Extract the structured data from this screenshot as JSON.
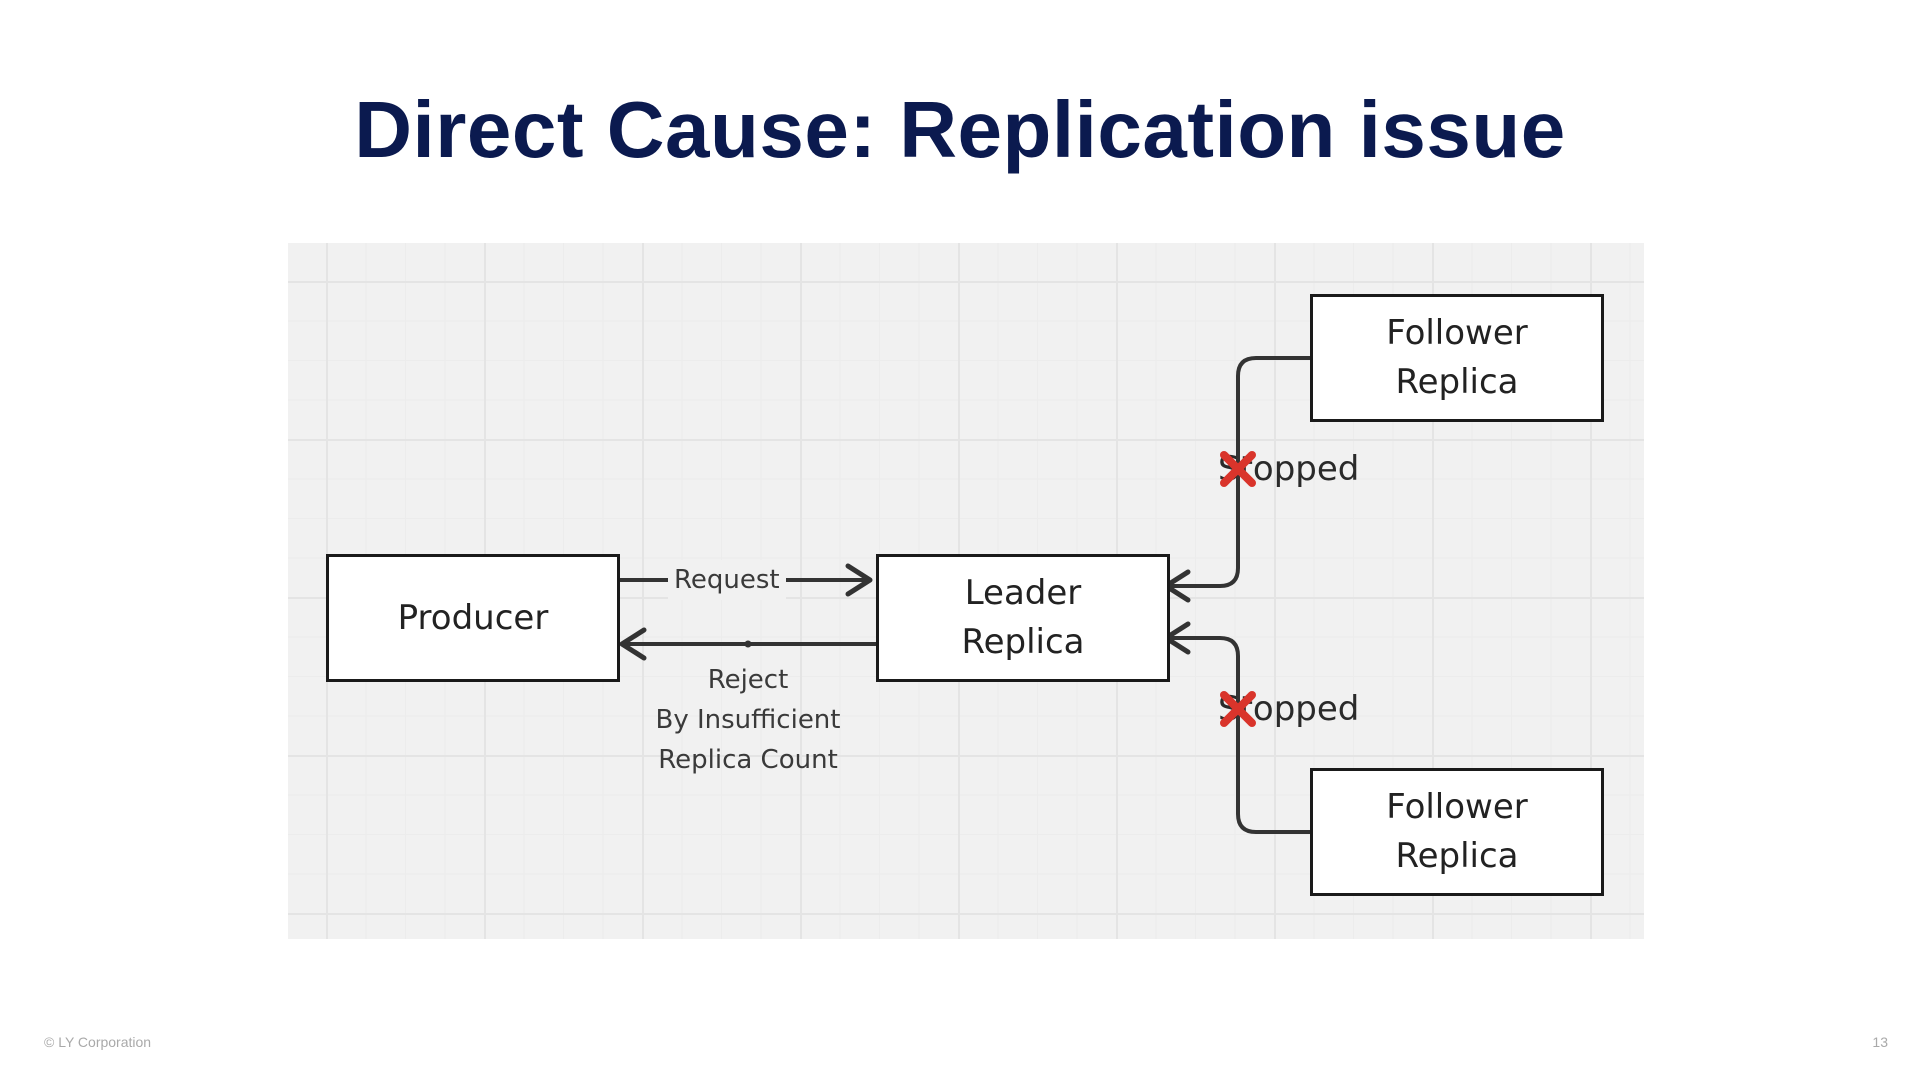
{
  "slide": {
    "title": "Direct Cause: Replication issue",
    "copyright": "© LY Corporation",
    "page_number": "13"
  },
  "diagram": {
    "nodes": {
      "producer": "Producer",
      "leader": "Leader\nReplica",
      "follower_top": "Follower\nReplica",
      "follower_bottom": "Follower\nReplica"
    },
    "edges": {
      "request": "Request",
      "reject": "Reject\nBy Insufficient\nReplica Count",
      "stopped_top": "Stopped",
      "stopped_bottom": "Stopped"
    },
    "colors": {
      "title": "#0b1a4f",
      "stopped_mark": "#d9342b",
      "line": "#333333"
    },
    "icons": {
      "stopped_mark": "x-mark-icon"
    }
  }
}
